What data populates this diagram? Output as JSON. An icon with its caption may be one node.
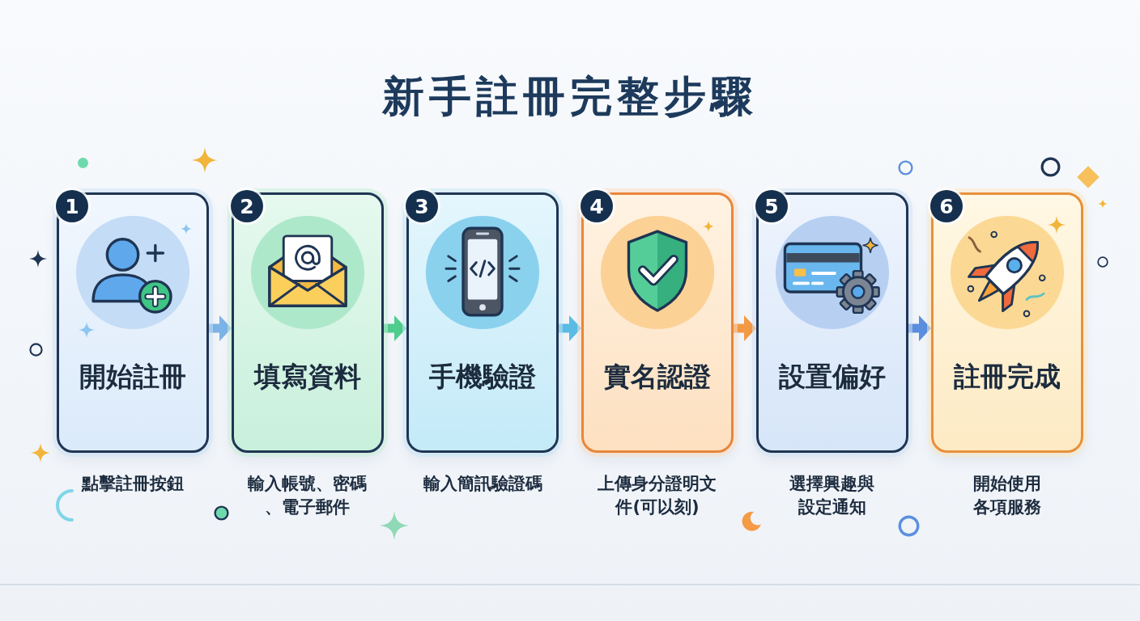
{
  "diagram": {
    "title": "新手註冊完整步驟",
    "nodes": [
      {
        "text": [
          "1",
          "開始註冊"
        ],
        "beside": [
          "點擊註冊按鈕"
        ]
      },
      {
        "text": [
          "2",
          "填寫資料"
        ],
        "beside": [
          "輸入帳號、密碼、電子郵件"
        ]
      },
      {
        "text": [
          "3",
          "手機驗證"
        ],
        "beside": [
          "輸入簡訊驗證碼"
        ]
      },
      {
        "text": [
          "4",
          "實名認證"
        ],
        "beside": [
          "上傳身分證明文件(可以刻)"
        ]
      },
      {
        "text": [
          "5",
          "設置偏好"
        ],
        "beside": [
          "選擇興趣與設定通知"
        ]
      },
      {
        "text": [
          "6",
          "註冊完成"
        ],
        "beside": [
          "開始使用各項服務"
        ]
      }
    ],
    "edges": [
      {
        "from": 0,
        "to": 1,
        "arrow": "to",
        "color": "#7db4e8"
      },
      {
        "from": 1,
        "to": 2,
        "arrow": "to",
        "color": "#4fcf8e"
      },
      {
        "from": 2,
        "to": 3,
        "arrow": "to",
        "color": "#5bbde6"
      },
      {
        "from": 3,
        "to": 4,
        "arrow": "to",
        "color": "#f59a45"
      },
      {
        "from": 4,
        "to": 5,
        "arrow": "to",
        "color": "#5b8fe0"
      }
    ]
  }
}
